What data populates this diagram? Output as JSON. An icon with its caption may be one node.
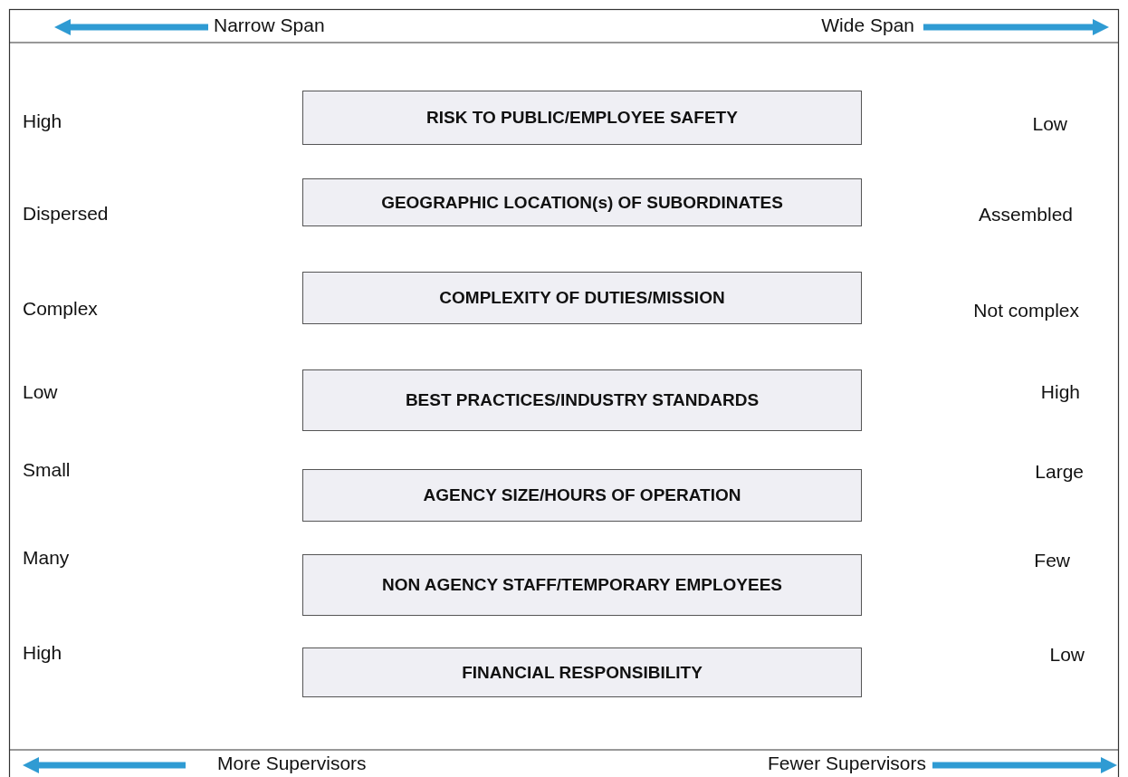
{
  "diagram": {
    "nodes": [
      {
        "text": [
          "RISK TO PUBLIC/EMPLOYEE SAFETY"
        ]
      },
      {
        "text": [
          "GEOGRAPHIC LOCATION(s) OF SUBORDINATES"
        ]
      },
      {
        "text": [
          "COMPLEXITY OF DUTIES/MISSION"
        ]
      },
      {
        "text": [
          "BEST PRACTICES/INDUSTRY STANDARDS"
        ]
      },
      {
        "text": [
          "AGENCY SIZE/HOURS OF OPERATION"
        ]
      },
      {
        "text": [
          "NON AGENCY STAFF/TEMPORARY EMPLOYEES"
        ]
      },
      {
        "text": [
          "FINANCIAL RESPONSIBILITY"
        ]
      }
    ],
    "labels": [
      "Narrow Span",
      "Wide Span",
      "High",
      "Low",
      "Dispersed",
      "Assembled",
      "Complex",
      "Not complex",
      "Low",
      "High",
      "Small",
      "Large",
      "Many",
      "Few",
      "High",
      "Low",
      "More Supervisors",
      "Fewer Supervisors"
    ]
  }
}
